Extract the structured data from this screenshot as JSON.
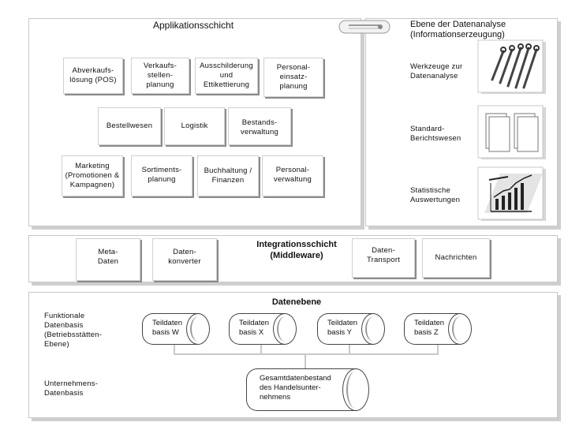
{
  "application_layer": {
    "title": "Applikationsschicht",
    "boxes": {
      "abverkauf": "Abverkaufs-\nlösung (POS)",
      "verkaufsstellen": "Verkaufs-\nstellen-\nplanung",
      "ausschilderung": "Ausschilderung\nund\nEttikettierung",
      "personaleinsatz": "Personal-\neinsatz-\nplanung",
      "bestellwesen": "Bestellwesen",
      "logistik": "Logistik",
      "bestandsverwaltung": "Bestands-\nverwaltung",
      "marketing": "Marketing\n(Promotionen &\nKampagnen)",
      "sortiment": "Sortiments-\nplanung",
      "buchhaltung": "Buchhaltung /\nFinanzen",
      "personalverwaltung": "Personal-\nverwaltung"
    }
  },
  "analysis_layer": {
    "title": "Ebene der Datenanalyse\n(Informationserzeugung)",
    "items": {
      "werkzeuge": "Werkzeuge zur\nDatenanalyse",
      "berichtswesen": "Standard-\nBerichtswesen",
      "auswertungen": "Statistische\nAuswertungen"
    },
    "icons": [
      "wrench-set-icon",
      "document-stack-icon",
      "bar-chart-icon"
    ]
  },
  "integration_layer": {
    "title": "Integrationsschicht\n(Middleware)",
    "boxes": {
      "meta": "Meta-\nDaten",
      "konverter": "Daten-\nkonverter",
      "transport": "Daten-\nTransport",
      "nachrichten": "Nachrichten"
    }
  },
  "data_layer": {
    "title": "Datenebene",
    "functional_label": "Funktionale\nDatenbasis\n(Betriebsstätten-\nEbene)",
    "enterprise_label": "Unternehmens-\nDatenbasis",
    "scrolls": {
      "w": "Teildaten\nbasis W",
      "x": "Teildaten\nbasis X",
      "y": "Teildaten\nbasis Y",
      "z": "Teildaten\nbasis Z",
      "gesamt": "Gesamtdatenbestand\ndes Handelsunter-\nnehmens"
    }
  }
}
